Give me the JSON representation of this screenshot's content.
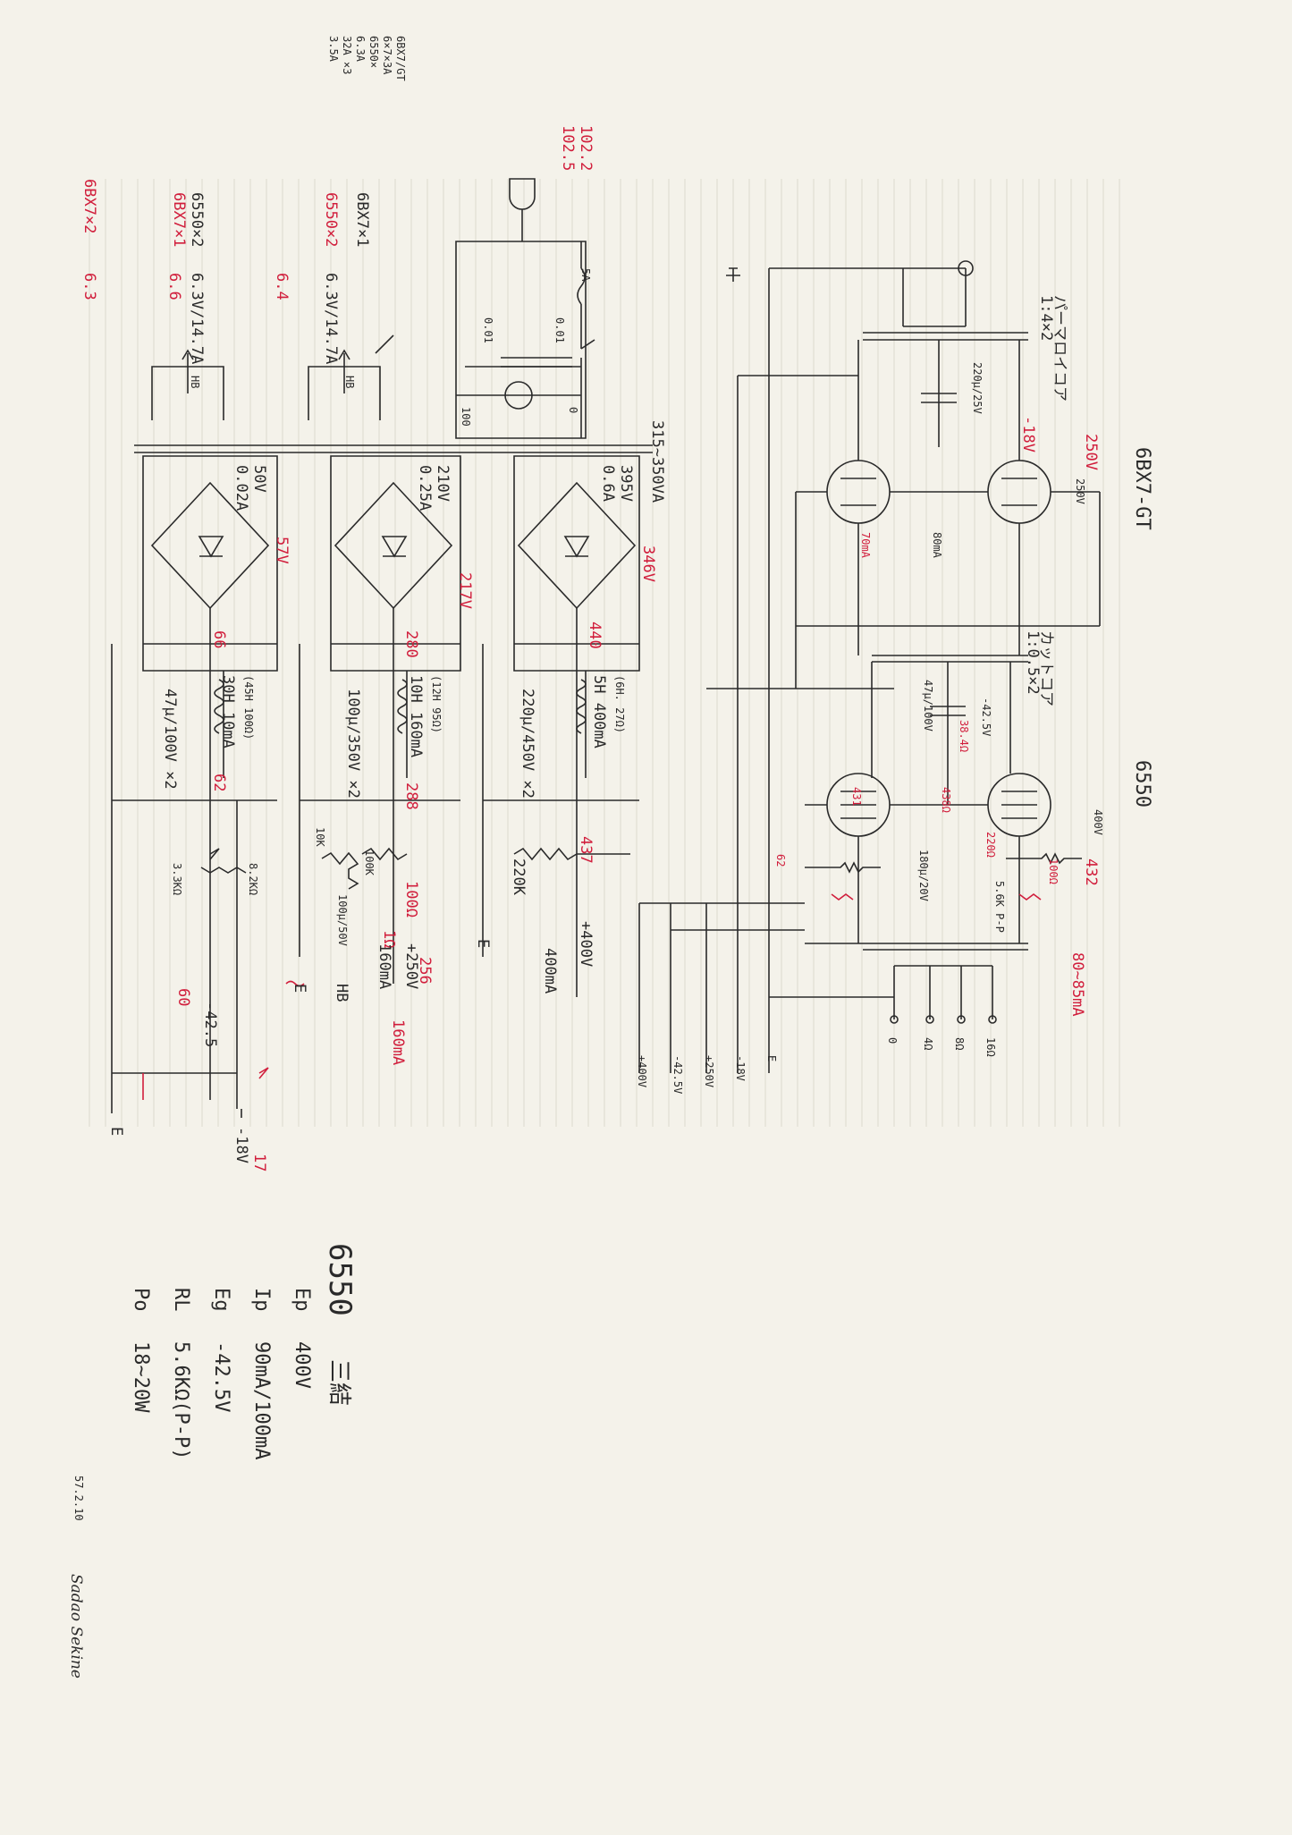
{
  "colors": {
    "paper": "#f4f2ea",
    "ink": "#2a2a2a",
    "red_ink": "#d11e3c",
    "ruled": "#d9d6cc"
  },
  "tubes": {
    "driver": "6BX7-GT",
    "output": "6550"
  },
  "supply": {
    "mains_fuse": "5A",
    "mains_caps": [
      "0.01",
      "0.01"
    ],
    "mains_red": [
      "102.2",
      "102.5"
    ],
    "power_transformer": "315~350VA",
    "transformer_primary_marks": [
      "0",
      "100"
    ],
    "rails": [
      {
        "sec": "395V",
        "cur": "0.6A",
        "choke": "5H 400mA",
        "choke_note": "(6H. 27Ω)",
        "cap": "220μ/450V ×2",
        "bleeder": "220K",
        "out": "+400V",
        "out_cur": "400mA",
        "red_ac": "346V",
        "red_dc": "440",
        "red_out": "437"
      },
      {
        "sec": "210V",
        "cur": "0.25A",
        "choke": "10H 160mA",
        "choke_note": "(12H 95Ω)",
        "cap": "100μ/350V ×2",
        "r1": "10K",
        "r2": "100K",
        "cap2": "100μ/50V",
        "out": "+250V",
        "out_cur": "160mA",
        "red_ac": "217V",
        "red_dc": "280",
        "red_2": "288",
        "red_r": "100Ω",
        "red_r2": "1Ω",
        "red_out": "256",
        "red_cur": "160mA"
      },
      {
        "sec": "50V",
        "cur": "0.02A",
        "choke": "30H 10mA",
        "choke_note": "(45H 100Ω)",
        "cap": "47μ/100V ×2",
        "r1": "3.3KΩ",
        "r2": "8.2KΩ",
        "out1": "-42.5",
        "out2": "-18V",
        "red_ac": "57V",
        "red_dc": "66",
        "red_2": "62",
        "red_3": "60",
        "red_4": "17"
      }
    ],
    "heaters": [
      {
        "desc": "6550×2",
        "desc_red": "6BX7×1",
        "volt": "6.3V/14.7A",
        "red": "6.6"
      },
      {
        "desc": "6BX7×1",
        "desc_red": "6550×2",
        "volt": "6.3V/14.7A",
        "red": "6.4"
      },
      {
        "desc": "6BX7×2",
        "desc_red": "",
        "volt": "",
        "red": "6.3"
      }
    ],
    "hb": "HB",
    "earth": "E",
    "notes_top": [
      "6BX7/GT",
      "6×7×3A",
      "6550×",
      "6.3A",
      "32A ×3",
      "3.5A"
    ]
  },
  "amp": {
    "driver_title": "6BX7-GT",
    "output_title": "6550",
    "interstage": "パーマロイコア",
    "interstage_ratio": "1:4×2",
    "cathode_cap": "220μ/25V",
    "cathode_red": "-18V",
    "plate_volts": [
      "250V",
      "250V"
    ],
    "red_plate": "250V",
    "cathode_current": "80mA",
    "red_cathode_current": "70mA",
    "driver_out_trans": "カットコア",
    "driver_out_ratio": "1:0.5×2",
    "bias": "-42.5V",
    "bias_cap": "47μ/100V",
    "red_bias": "38.4Ω",
    "grid_resistors": [
      "220Ω",
      "220Ω"
    ],
    "red_grid": [
      "438Ω",
      "431"
    ],
    "output_plate": "400V",
    "red_output_plate": "432",
    "cathode_shunt": "100Ω",
    "red_cathode": "62",
    "cross_cap": "180μ/20V",
    "load": "5.6K P-P",
    "out_taps": [
      "16Ω",
      "8Ω",
      "4Ω",
      "0"
    ],
    "red_bias_current": "80~85mA",
    "rail_labels": [
      "E",
      "-18V",
      "+250V",
      "-42.5V",
      "+400V"
    ]
  },
  "spec": {
    "title": "6550",
    "mode": "三結",
    "rows": [
      {
        "k": "Ep",
        "v": "400V"
      },
      {
        "k": "Ip",
        "v": "90mA/100mA"
      },
      {
        "k": "Eg",
        "v": "-42.5V"
      },
      {
        "k": "RL",
        "v": "5.6KΩ(P-P)"
      },
      {
        "k": "Po",
        "v": "18~20W"
      }
    ],
    "date": "57.2.10",
    "signature": "Sadao Sekine"
  }
}
